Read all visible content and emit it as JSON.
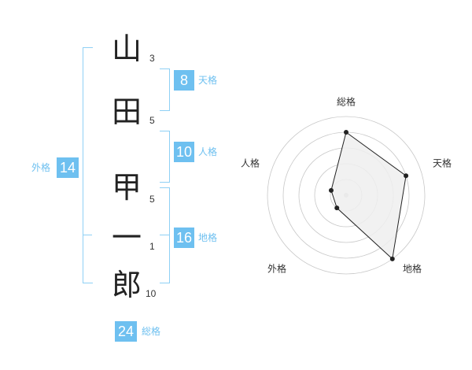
{
  "name_chars": [
    {
      "char": "山",
      "strokes": "3"
    },
    {
      "char": "田",
      "strokes": "5"
    },
    {
      "char": "甲",
      "strokes": "5"
    },
    {
      "char": "一",
      "strokes": "1"
    },
    {
      "char": "郎",
      "strokes": "10"
    }
  ],
  "fortunes": {
    "tenkaku": {
      "value": "8",
      "label": "天格"
    },
    "jinkaku": {
      "value": "10",
      "label": "人格"
    },
    "chikaku": {
      "value": "16",
      "label": "地格"
    },
    "gaikaku": {
      "value": "14",
      "label": "外格"
    },
    "soukaku": {
      "value": "24",
      "label": "総格"
    }
  },
  "chart_data": {
    "type": "radar",
    "axes": [
      "総格",
      "天格",
      "地格",
      "外格",
      "人格"
    ],
    "values": [
      4,
      4,
      5,
      1,
      1
    ],
    "rlim": [
      0,
      5
    ],
    "grid_rings": 5
  },
  "colors": {
    "accent": "#6ec0f0",
    "bracket": "#8fd0f5",
    "radar_fill": "#eeeeee",
    "radar_line": "#222222"
  }
}
